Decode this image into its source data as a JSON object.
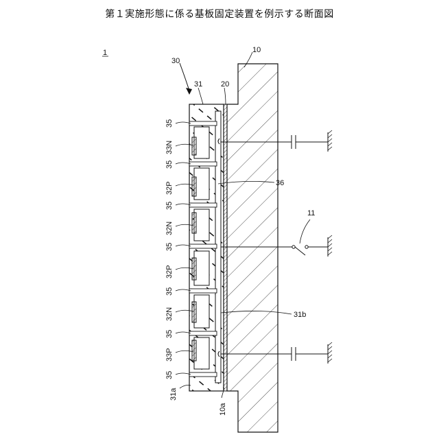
{
  "figure": {
    "title": "第１実施形態に係る基板固定装置を例示する断面図",
    "labels": {
      "device": "1",
      "body_30": "30",
      "base_plate": "10",
      "layer_31": "31",
      "layer_20": "20",
      "switch": "11",
      "wire_36": "36",
      "surface_31b": "31b",
      "surface_31a": "31a",
      "surface_10a": "10a"
    },
    "side_labels": [
      "35",
      "33N",
      "35",
      "32P",
      "35",
      "32N",
      "35",
      "32P",
      "35",
      "32N",
      "35",
      "33P",
      "35"
    ]
  }
}
